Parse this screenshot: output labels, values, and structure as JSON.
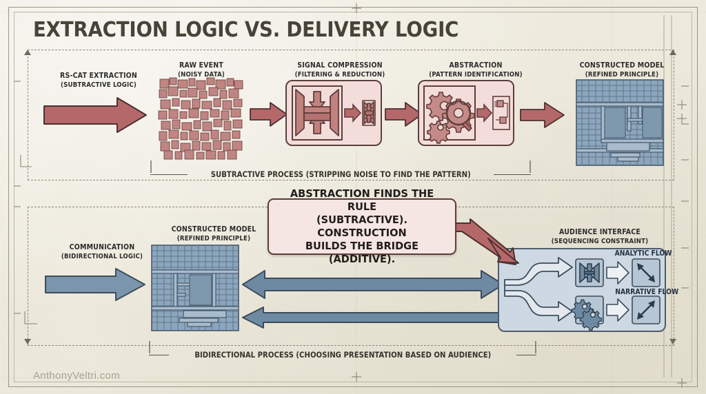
{
  "page": {
    "title": "EXTRACTION LOGIC VS. DELIVERY LOGIC",
    "watermark": "AnthonyVeltri.com",
    "colors": {
      "paper": "#f1ede0",
      "ink": "#3b3830",
      "red_accent": "#b5686a",
      "red_dark": "#5a3f3d",
      "red_fill": "#f3ddda",
      "blue_accent": "#7b95ad",
      "blue_dark": "#46586a",
      "blue_fill": "#cdd8e2",
      "model_blue": "#8ba6bd"
    }
  },
  "top_row": {
    "section_label": "SUBTRACTIVE PROCESS (STRIPPING NOISE TO FIND THE PATTERN)",
    "entry_label": {
      "line1": "RS-CAT EXTRACTION",
      "line2": "(SUBTRACTIVE LOGIC)"
    },
    "stages": [
      {
        "id": "raw-event",
        "line1": "RAW EVENT",
        "line2": "(NOISY DATA)",
        "icon": "noise-squares-cluster-icon"
      },
      {
        "id": "signal-compression",
        "line1": "SIGNAL COMPRESSION",
        "line2": "(FILTERING & REDUCTION)",
        "icon": "compression-press-icon"
      },
      {
        "id": "abstraction",
        "line1": "ABSTRACTION",
        "line2": "(PATTERN IDENTIFICATION)",
        "icon": "gears-magnifier-icon"
      },
      {
        "id": "constructed-model",
        "line1": "CONSTRUCTED MODEL",
        "line2": "(REFINED PRINCIPLE)",
        "icon": "circuit-blueprint-icon"
      }
    ]
  },
  "callout": {
    "line1": "ABSTRACTION FINDS THE RULE",
    "line2": "(SUBTRACTIVE). CONSTRUCTION",
    "line3": "BUILDS THE BRIDGE (ADDITIVE)."
  },
  "bottom_row": {
    "section_label": "BIDIRECTIONAL PROCESS (CHOOSING PRESENTATION BASED ON AUDIENCE)",
    "entry_label": {
      "line1": "COMMUNICATION",
      "line2": "(BIDIRECTIONAL LOGIC)"
    },
    "model": {
      "line1": "CONSTRUCTED MODEL",
      "line2": "(REFINED PRINCIPLE)",
      "icon": "circuit-blueprint-icon"
    },
    "audience": {
      "line1": "AUDIENCE INTERFACE",
      "line2": "(SEQUENCING CONSTRAINT)",
      "branches": [
        {
          "id": "analytic",
          "label": "ANALYTIC FLOW",
          "icon": "compression-press-icon",
          "result_icon": "arrow-converge-down-icon"
        },
        {
          "id": "narrative",
          "label": "NARRATIVE FLOW",
          "icon": "gears-icon",
          "result_icon": "arrow-expand-up-icon"
        }
      ]
    }
  }
}
